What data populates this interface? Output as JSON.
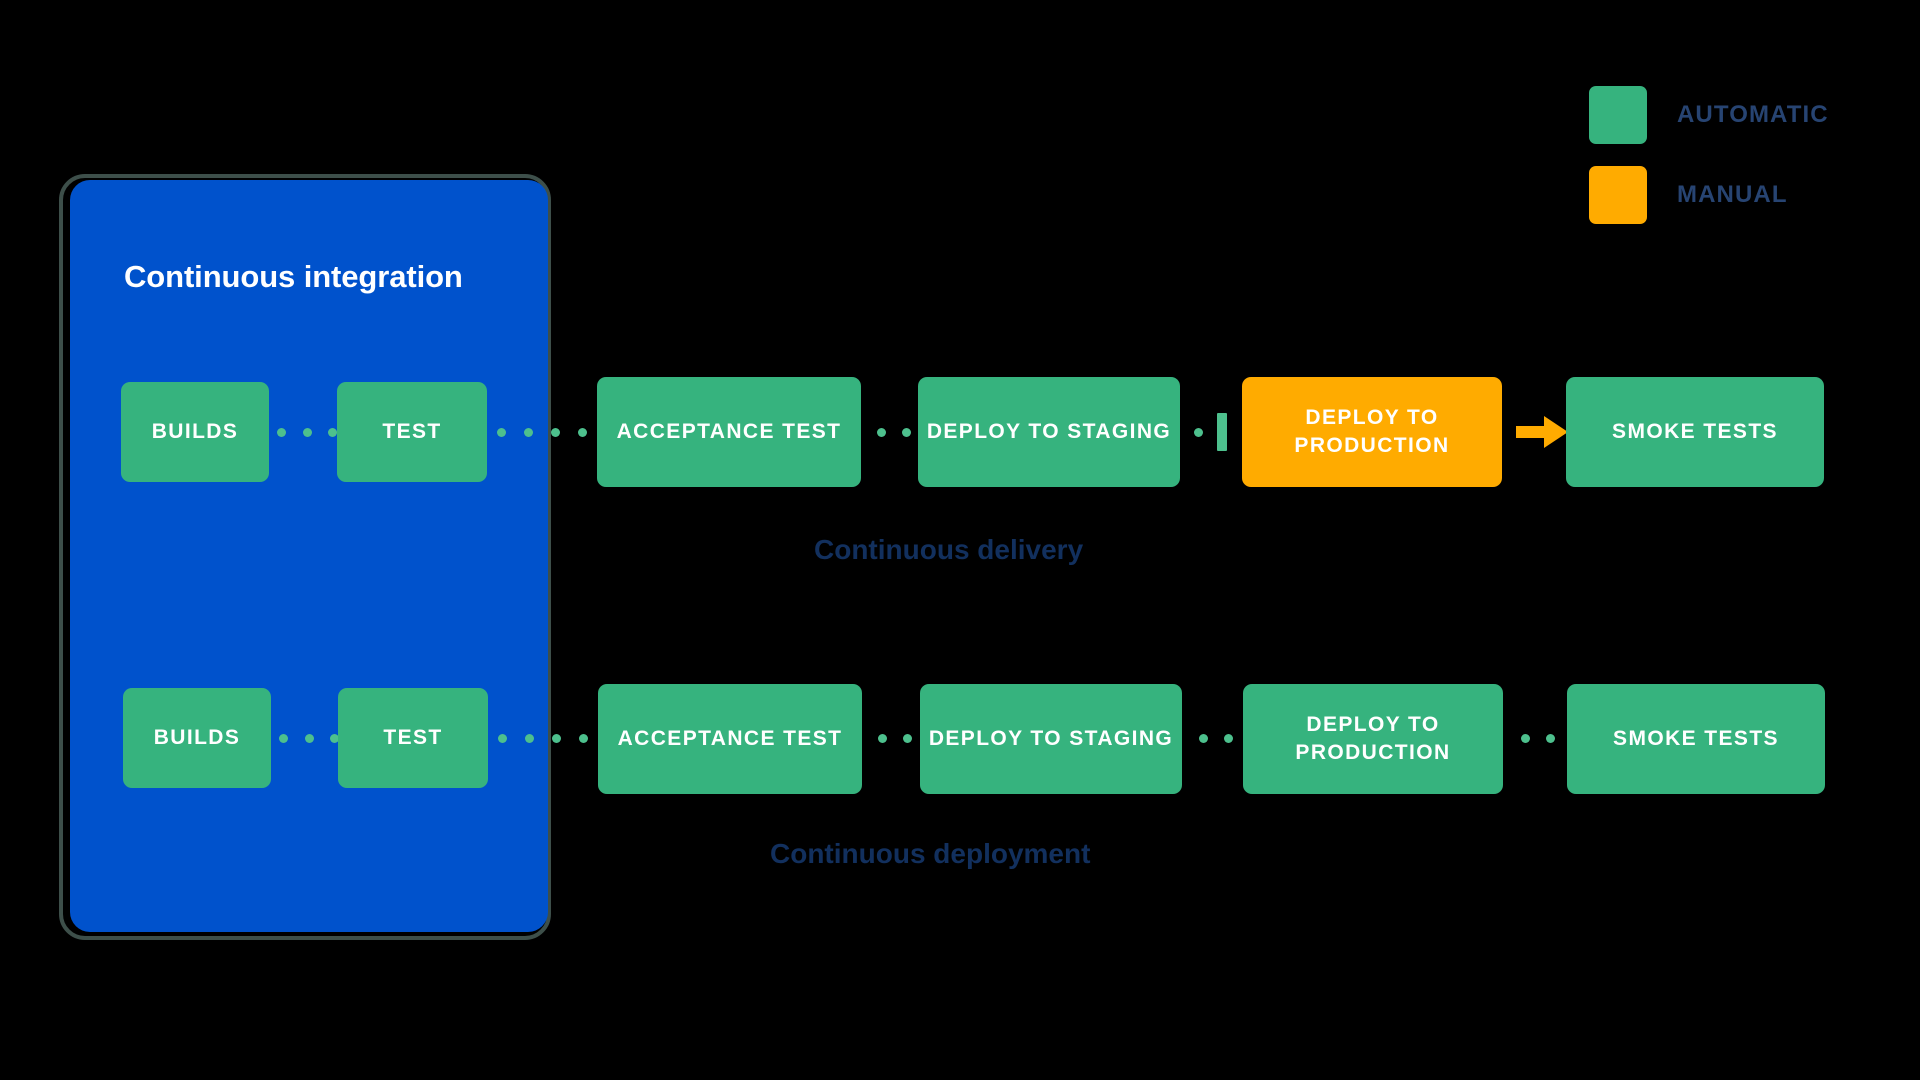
{
  "legend": {
    "items": [
      {
        "label": "AUTOMATIC",
        "color": "#36B37E",
        "swatch_name": "legend-swatch-automatic"
      },
      {
        "label": "MANUAL",
        "color": "#FFAB00",
        "swatch_name": "legend-swatch-manual"
      }
    ],
    "label_color": "#274472"
  },
  "ci_panel": {
    "title": "Continuous integration",
    "fill_color": "#0052CC",
    "border_color": "#3d4f4a"
  },
  "colors": {
    "automatic": "#36B37E",
    "manual": "#FFAB00",
    "connector_dot": "#4DC08D",
    "caption": "#12305E",
    "background": "#000000"
  },
  "pipelines": [
    {
      "name": "continuous-delivery",
      "caption": "Continuous delivery",
      "stages": [
        {
          "label": "BUILDS",
          "type": "automatic",
          "inside_ci": true
        },
        {
          "label": "TEST",
          "type": "automatic",
          "inside_ci": true
        },
        {
          "label": "ACCEPTANCE TEST",
          "type": "automatic",
          "inside_ci": false
        },
        {
          "label": "DEPLOY TO STAGING",
          "type": "automatic",
          "inside_ci": false
        },
        {
          "label": "DEPLOY TO PRODUCTION",
          "type": "manual",
          "inside_ci": false
        },
        {
          "label": "SMOKE TESTS",
          "type": "automatic",
          "inside_ci": false
        }
      ],
      "connectors": [
        "dots",
        "dots",
        "dots",
        "gate",
        "arrow"
      ]
    },
    {
      "name": "continuous-deployment",
      "caption": "Continuous deployment",
      "stages": [
        {
          "label": "BUILDS",
          "type": "automatic",
          "inside_ci": true
        },
        {
          "label": "TEST",
          "type": "automatic",
          "inside_ci": true
        },
        {
          "label": "ACCEPTANCE TEST",
          "type": "automatic",
          "inside_ci": false
        },
        {
          "label": "DEPLOY TO STAGING",
          "type": "automatic",
          "inside_ci": false
        },
        {
          "label": "DEPLOY TO PRODUCTION",
          "type": "automatic",
          "inside_ci": false
        },
        {
          "label": "SMOKE TESTS",
          "type": "automatic",
          "inside_ci": false
        }
      ],
      "connectors": [
        "dots",
        "dots",
        "dots",
        "dots",
        "dots"
      ]
    }
  ]
}
